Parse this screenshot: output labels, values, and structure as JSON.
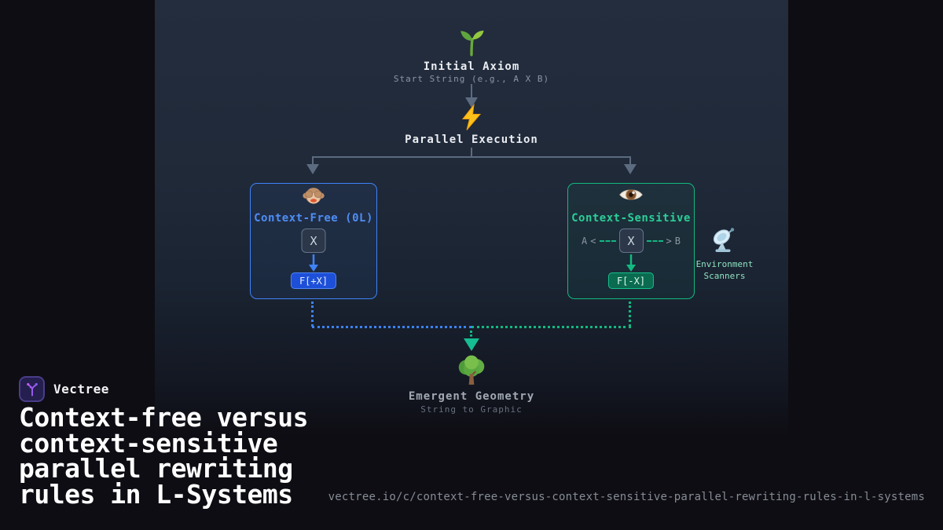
{
  "card": {
    "bg": "#0e0d13",
    "panel_bg": "#1f2938",
    "connector_gray": "#5c6b80"
  },
  "diagram": {
    "axiom": {
      "icon": "seedling-icon",
      "title": "Initial Axiom",
      "subtitle": "Start String (e.g., A X B)"
    },
    "execution": {
      "icon": "lightning-icon",
      "title": "Parallel Execution"
    },
    "context_free": {
      "icon": "see-no-evil-monkey-icon",
      "title": "Context-Free (0L)",
      "symbol": "X",
      "result": "F[+X]",
      "accent": "#3f83f8"
    },
    "context_sensitive": {
      "icon": "eye-icon",
      "title": "Context-Sensitive",
      "left_context": "A",
      "left_angle": "<",
      "symbol": "X",
      "right_angle": ">",
      "right_context": "B",
      "result": "F[-X]",
      "accent": "#13b981"
    },
    "environment": {
      "icon": "satellite-antenna-icon",
      "line1": "Environment",
      "line2": "Scanners"
    },
    "emergent": {
      "icon": "deciduous-tree-icon",
      "title": "Emergent Geometry",
      "subtitle": "String to Graphic"
    }
  },
  "footer": {
    "logo_icon": "vectree-logo",
    "brand": "Vectree",
    "title_lines": [
      "Context-free versus",
      "context-sensitive",
      "parallel rewriting",
      "rules in L-Systems"
    ],
    "url": "vectree.io/c/context-free-versus-context-sensitive-parallel-rewriting-rules-in-l-systems"
  }
}
